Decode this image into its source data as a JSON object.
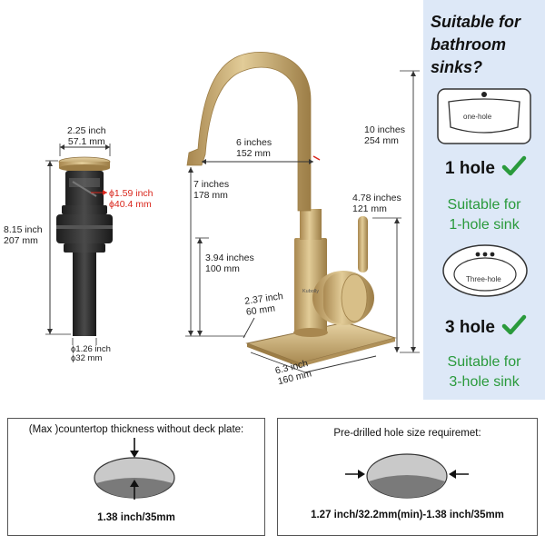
{
  "panel": {
    "title_line1": "Suitable for",
    "title_line2": "bathroom sinks?",
    "one_hole_sink_label": "one-hole",
    "one_hole_label": "1 hole",
    "one_hole_suitable_1": "Suitable for",
    "one_hole_suitable_2": "1-hole sink",
    "three_hole_sink_label": "Three-hole",
    "three_hole_label": "3 hole",
    "three_hole_suitable_1": "Suitable for",
    "three_hole_suitable_2": "3-hole sink",
    "accent_color": "#2a9a3c",
    "bg_color": "#dde8f7"
  },
  "drain": {
    "top_width_in": "2.25 inch",
    "top_width_mm": "57.1 mm",
    "height_in": "8.15 inch",
    "height_mm": "207 mm",
    "inner_dia_in": "ϕ1.59 inch",
    "inner_dia_mm": "ϕ40.4 mm",
    "bottom_dia_in": "ϕ1.26 inch",
    "bottom_dia_mm": "ϕ32 mm"
  },
  "faucet": {
    "brand": "Kubolly",
    "reach_in": "6 inches",
    "reach_mm": "152 mm",
    "total_height_in": "10 inches",
    "total_height_mm": "254 mm",
    "spout_height_in": "7 inches",
    "spout_height_mm": "178 mm",
    "handle_height_in": "4.78 inches",
    "handle_height_mm": "121 mm",
    "base_height_in": "3.94 inches",
    "base_height_mm": "100 mm",
    "plate_width_in": "2.37 inch",
    "plate_width_mm": "60 mm",
    "plate_length_in": "6.3 inch",
    "plate_length_mm": "160 mm",
    "gold_color": "#c8ad74"
  },
  "bottom": {
    "left_caption": "(Max )countertop thickness without deck plate:",
    "left_value": "1.38 inch/35mm",
    "right_caption": "Pre-drilled hole size requiremet:",
    "right_value": "1.27 inch/32.2mm(min)-1.38 inch/35mm"
  }
}
